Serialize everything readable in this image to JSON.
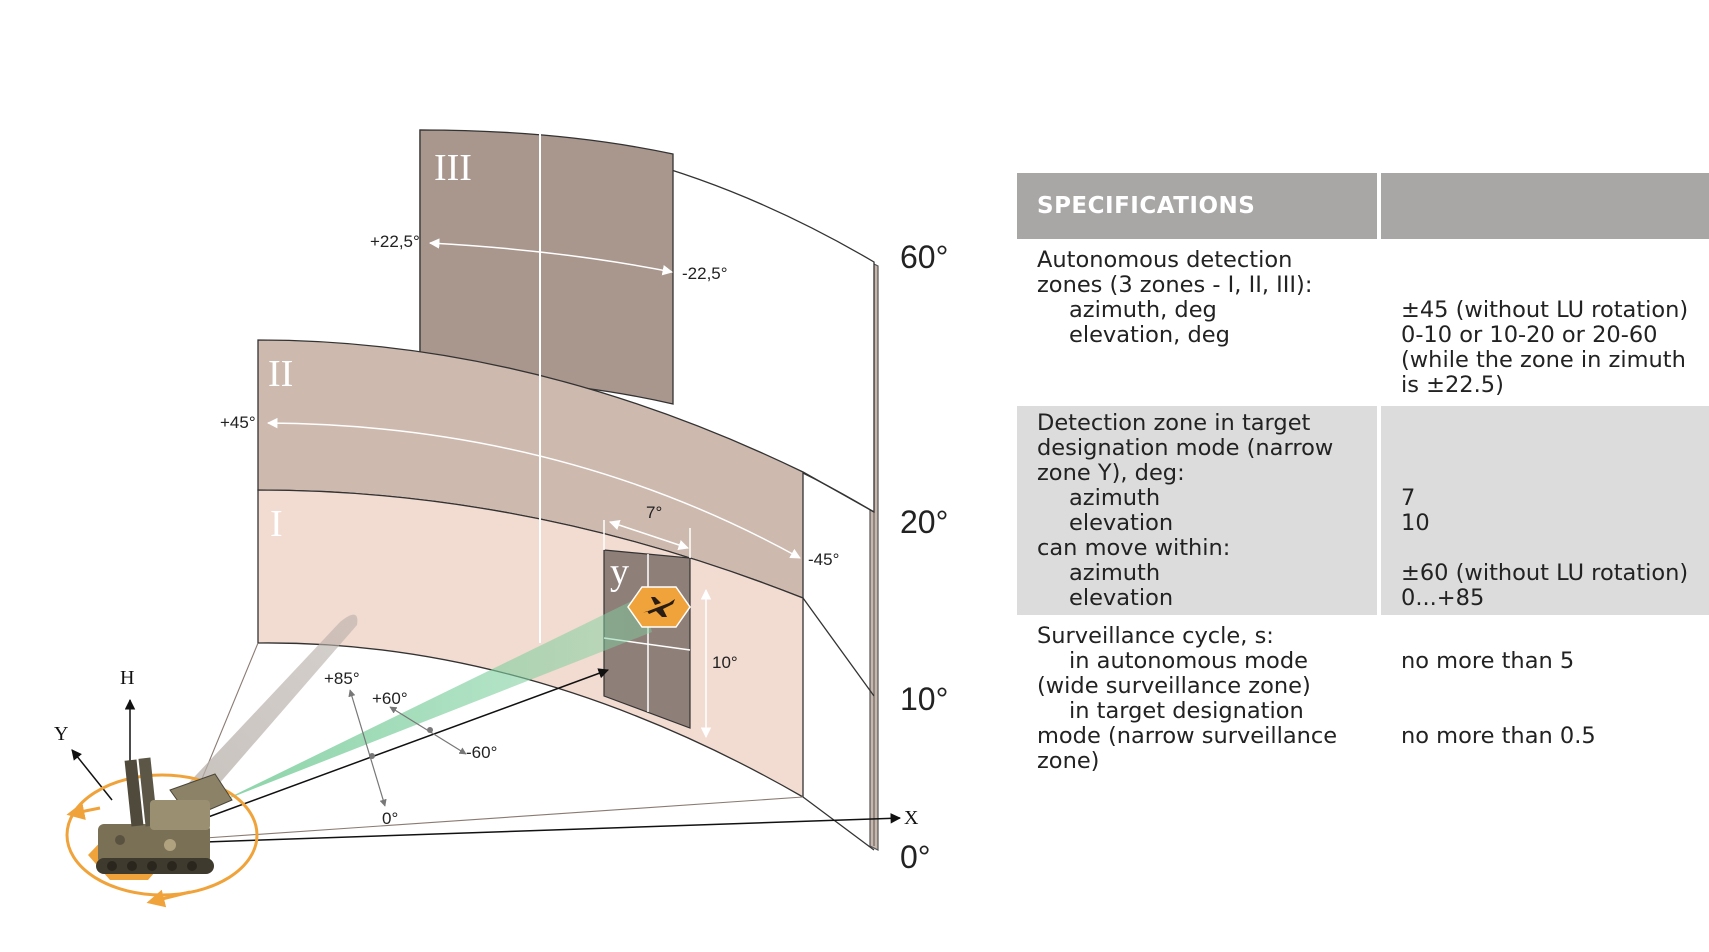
{
  "diagram": {
    "zone_labels": {
      "zone_I": "I",
      "zone_II": "II",
      "zone_III": "III",
      "narrow_zone": "y"
    },
    "elevation_labels": [
      "60°",
      "20°",
      "10°",
      "0°"
    ],
    "zone_III_azimuth": {
      "left": "+22,5°",
      "right": "-22,5°"
    },
    "zone_II_azimuth": {
      "left": "+45°",
      "right": "-45°"
    },
    "narrow_zone_size": {
      "width": "7°",
      "height": "10°"
    },
    "move_limits": {
      "elev_top": "+85°",
      "elev_bottom": "0°",
      "az_left": "+60°",
      "az_right": "-60°"
    },
    "axes": {
      "h": "H",
      "y": "Y",
      "x": "X"
    },
    "colors": {
      "zone_I": "#f2dbd0",
      "zone_II": "#cdb9ae",
      "zone_III": "#a9968d",
      "narrow_zone": "#8f7f79",
      "beam_green": "#7fcf9f",
      "accent_orange": "#f0a33a",
      "wall": "#c8b6ad"
    },
    "icons": {
      "target": "fighter-jet-icon",
      "launcher": "tracked-launcher-vehicle"
    }
  },
  "specs": {
    "header": "SPECIFICATIONS",
    "rows": [
      {
        "left": [
          "Autonomous detection",
          "zones (3 zones - I, II, III):",
          "azimuth, deg",
          "elevation, deg"
        ],
        "right": [
          "",
          "",
          "±45 (without LU rotation)",
          "0-10 or 10-20 or 20-60",
          "(while the zone in zimuth",
          "is ±22.5)"
        ]
      },
      {
        "left": [
          "Detection zone in target",
          "designation mode (narrow",
          "zone Y), deg:",
          "azimuth",
          "elevation",
          "can move within:",
          "azimuth",
          "elevation"
        ],
        "right": [
          "",
          "",
          "",
          "7",
          "10",
          "",
          "±60 (without LU rotation)",
          "0...+85"
        ]
      },
      {
        "left": [
          "Surveillance cycle, s:",
          "in autonomous mode",
          "(wide surveillance zone)",
          "in target designation",
          "mode (narrow surveillance",
          "zone)"
        ],
        "right": [
          "",
          "no more than 5",
          "",
          "",
          "no more than 0.5",
          ""
        ]
      }
    ]
  }
}
